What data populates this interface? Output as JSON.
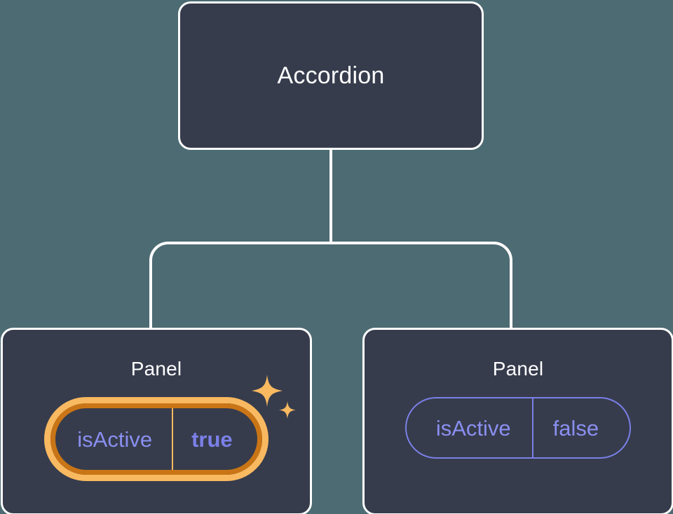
{
  "diagram": {
    "type": "component-tree",
    "background_color": "#4d6b73",
    "card_fill": "#363c4c",
    "connector_color": "#ffffff"
  },
  "root": {
    "label": "Accordion"
  },
  "children": [
    {
      "label": "Panel",
      "highlighted": true,
      "prop": {
        "key": "isActive",
        "value": "true",
        "key_color": "#8a8ff0",
        "value_color": "#7b80e8",
        "border_outer_color": "#c97516",
        "border_inner_color": "#f9b960",
        "value_bold": true
      },
      "sparkle": {
        "icon": "sparkles-icon",
        "color": "#f9b960",
        "count": 2
      }
    },
    {
      "label": "Panel",
      "highlighted": false,
      "prop": {
        "key": "isActive",
        "value": "false",
        "key_color": "#8a8ff0",
        "value_color": "#8a8ff0",
        "border_color": "#7b80e8",
        "value_bold": false
      }
    }
  ]
}
